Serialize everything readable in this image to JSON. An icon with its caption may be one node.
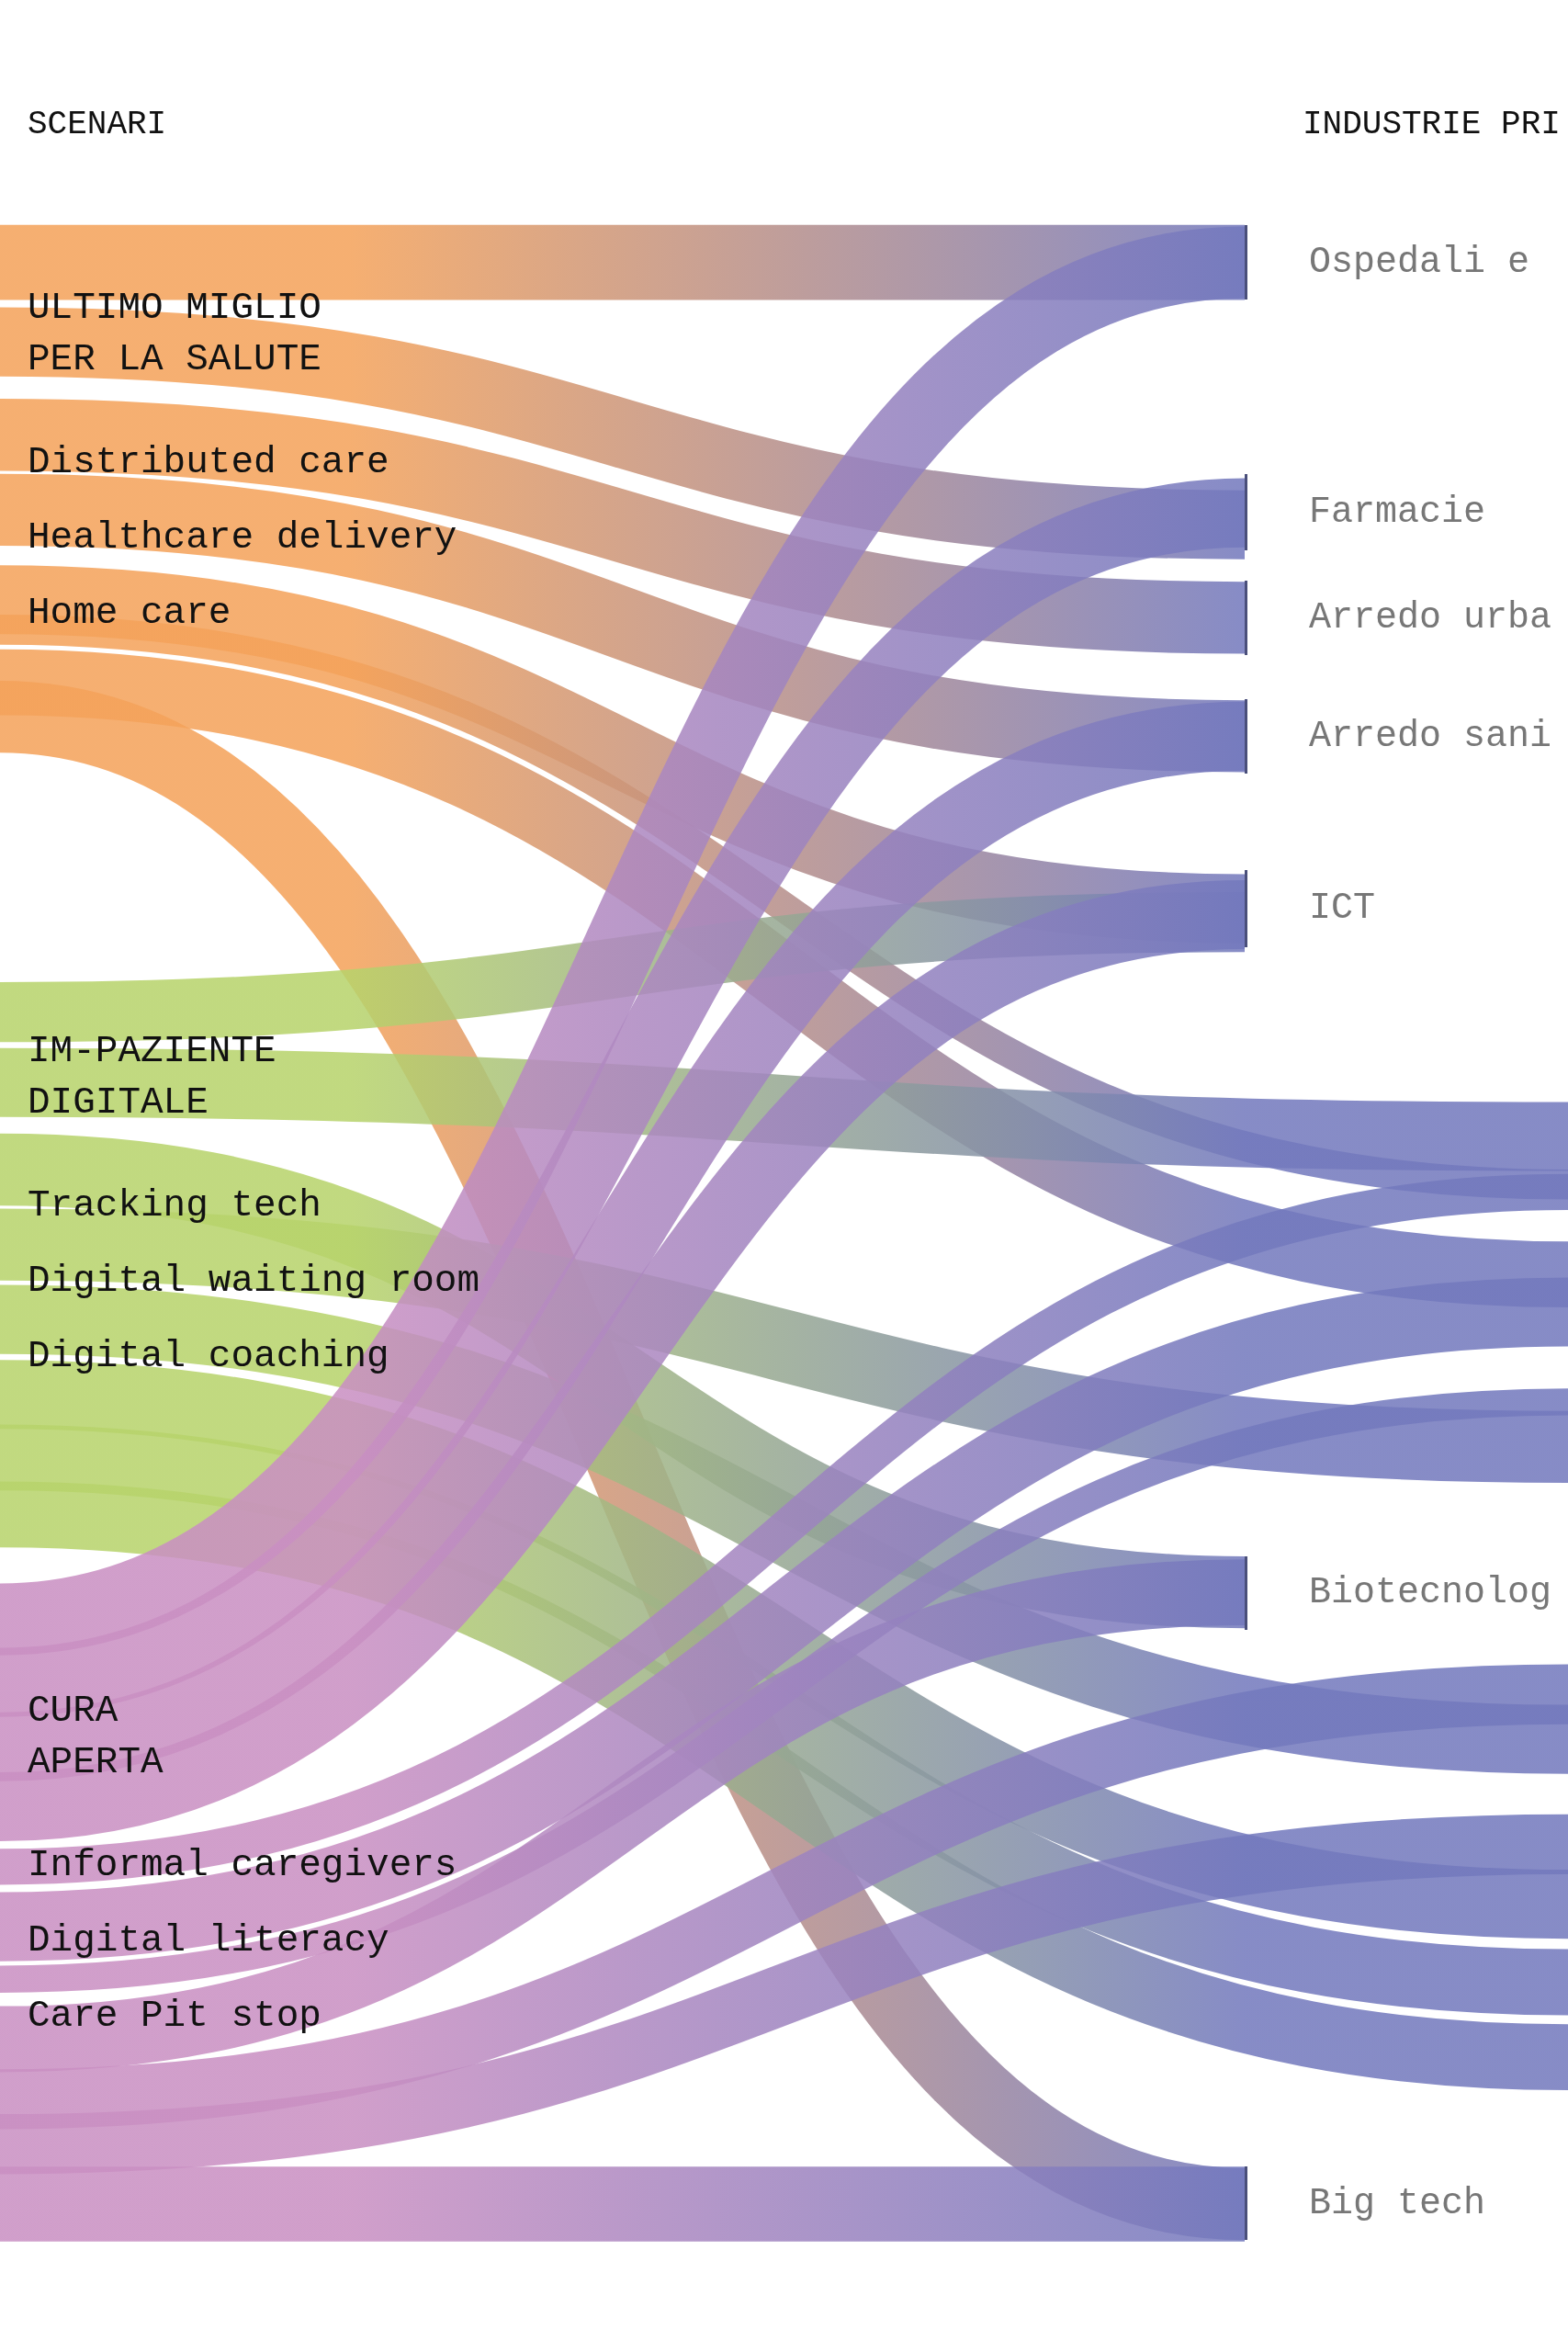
{
  "diagram": {
    "nodes": [
      {
        "text": [
          "ULTIMO MIGLIO PER LA SALUTE",
          "Distributed care",
          "Healthcare delivery",
          "Home care"
        ]
      },
      {
        "text": [
          "IM-PAZIENTE DIGITALE",
          "Tracking tech",
          "Digital waiting room",
          "Digital coaching"
        ]
      },
      {
        "text": [
          "CURA APERTA",
          "Informal caregivers",
          "Digital literacy",
          "Care Pit stop"
        ]
      },
      {
        "text": [
          "Ospedali e"
        ]
      },
      {
        "text": [
          "Farmacie"
        ]
      },
      {
        "text": [
          "Arredo urba"
        ]
      },
      {
        "text": [
          "Arredo sani"
        ]
      },
      {
        "text": [
          "ICT"
        ]
      },
      {
        "text": [
          "Biotecnolog"
        ]
      },
      {
        "text": [
          "Big tech"
        ]
      }
    ],
    "edges": [
      {
        "from": 0,
        "to": 3,
        "arrow": "none",
        "color": "#f4a25a"
      },
      {
        "from": 0,
        "to": 4,
        "arrow": "none",
        "color": "#f4a25a"
      },
      {
        "from": 0,
        "to": 5,
        "arrow": "none",
        "color": "#f4a25a"
      },
      {
        "from": 0,
        "to": 6,
        "arrow": "none",
        "color": "#f4a25a"
      },
      {
        "from": 0,
        "to": 7,
        "arrow": "none",
        "color": "#f4a25a"
      },
      {
        "from": 0,
        "to": null,
        "arrow": "none",
        "color": "#f4a25a"
      },
      {
        "from": 0,
        "to": 9,
        "arrow": "none",
        "color": "#f4a25a"
      },
      {
        "from": 0,
        "to": null,
        "arrow": "none",
        "color": "#f4a25a"
      },
      {
        "from": 1,
        "to": 7,
        "arrow": "none",
        "color": "#b7d36b"
      },
      {
        "from": 1,
        "to": null,
        "arrow": "none",
        "color": "#b7d36b"
      },
      {
        "from": 1,
        "to": 8,
        "arrow": "none",
        "color": "#b7d36b"
      },
      {
        "from": 1,
        "to": null,
        "arrow": "none",
        "color": "#b7d36b"
      },
      {
        "from": 1,
        "to": null,
        "arrow": "none",
        "color": "#b7d36b"
      },
      {
        "from": 1,
        "to": null,
        "arrow": "none",
        "color": "#b7d36b"
      },
      {
        "from": 1,
        "to": null,
        "arrow": "none",
        "color": "#b7d36b"
      },
      {
        "from": 1,
        "to": null,
        "arrow": "none",
        "color": "#b7d36b"
      },
      {
        "from": 2,
        "to": 3,
        "arrow": "none"
      },
      {
        "from": 2,
        "to": 4,
        "arrow": "none"
      },
      {
        "from": 2,
        "to": 6,
        "arrow": "none"
      },
      {
        "from": 2,
        "to": 7,
        "arrow": "none"
      },
      {
        "from": 2,
        "to": null,
        "arrow": "none"
      },
      {
        "from": 2,
        "to": null,
        "arrow": "none"
      },
      {
        "from": 2,
        "to": null,
        "arrow": "none"
      },
      {
        "from": 2,
        "to": 8,
        "arrow": "none"
      },
      {
        "from": 2,
        "to": null,
        "arrow": "none"
      },
      {
        "from": 2,
        "to": null,
        "arrow": "none"
      },
      {
        "from": 2,
        "to": 9,
        "arrow": "none"
      }
    ],
    "labels": [
      "SCENARI",
      "INDUSTRIE PRI"
    ]
  }
}
